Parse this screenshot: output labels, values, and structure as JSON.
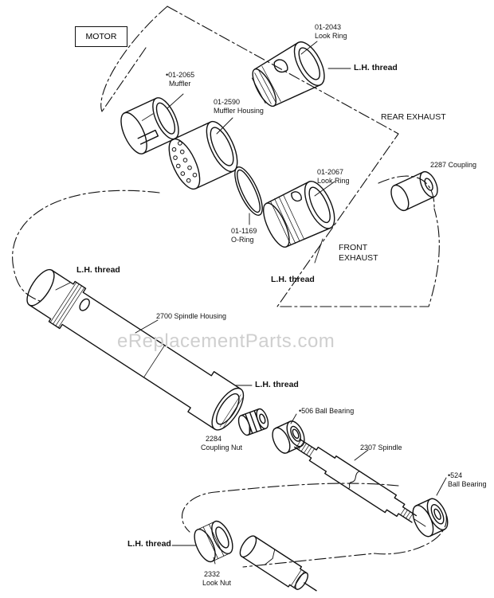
{
  "watermark": "eReplacementParts.com",
  "motor_label": "MOTOR",
  "parts": {
    "lock_ring_top": {
      "number": "01-2043",
      "name": "Look Ring"
    },
    "muffler": {
      "number": "•01-2065",
      "name": "Muffler"
    },
    "muffler_housing": {
      "number": "01-2590",
      "name": "Muffler Housing"
    },
    "o_ring": {
      "number": "01-1169",
      "name": "O-Ring"
    },
    "lock_ring_front": {
      "number": "01-2067",
      "name": "Look Ring"
    },
    "coupling": {
      "text": "2287 Coupling"
    },
    "spindle_housing": {
      "text": "2700 Spindle Housing"
    },
    "coupling_nut": {
      "number": "2284",
      "name": "Coupling Nut"
    },
    "ball_bearing_506": {
      "text": "•506 Ball Bearing"
    },
    "spindle": {
      "text": "2307 Spindle"
    },
    "ball_bearing_524": {
      "number": "•524",
      "name": "Ball Bearing"
    },
    "lock_nut": {
      "number": "2332",
      "name": "Look Nut"
    }
  },
  "callouts": {
    "lh_thread": "L.H. thread",
    "rear_exhaust": "REAR EXHAUST",
    "front_exhaust_1": "FRONT",
    "front_exhaust_2": "EXHAUST"
  },
  "colors": {
    "ink": "#111111",
    "watermark": "#cfcfcf"
  }
}
